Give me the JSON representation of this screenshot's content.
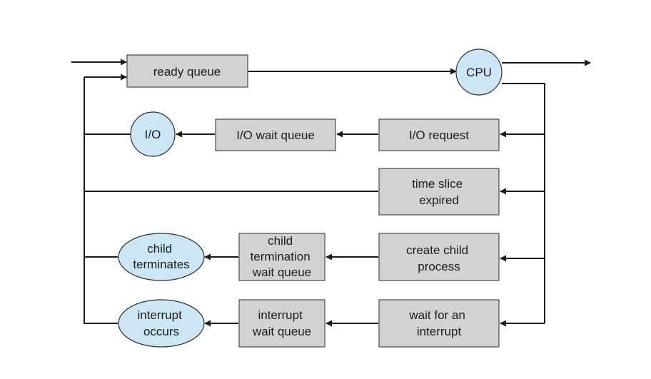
{
  "diagram": {
    "ready_queue": "ready queue",
    "cpu": "CPU",
    "io": "I/O",
    "io_wait_queue": "I/O wait queue",
    "io_request": "I/O request",
    "time_slice": [
      "time slice",
      "expired"
    ],
    "child_terminates": [
      "child",
      "terminates"
    ],
    "child_termination_wait_queue": [
      "child",
      "termination",
      "wait queue"
    ],
    "create_child_process": [
      "create child",
      "process"
    ],
    "interrupt_occurs": [
      "interrupt",
      "occurs"
    ],
    "interrupt_wait_queue": [
      "interrupt",
      "wait queue"
    ],
    "wait_for_interrupt": [
      "wait for an",
      "interrupt"
    ]
  },
  "colors": {
    "box_fill": "#d0d2d3",
    "circle_fill": "#cde6f5",
    "line": "#1c1c1c"
  }
}
